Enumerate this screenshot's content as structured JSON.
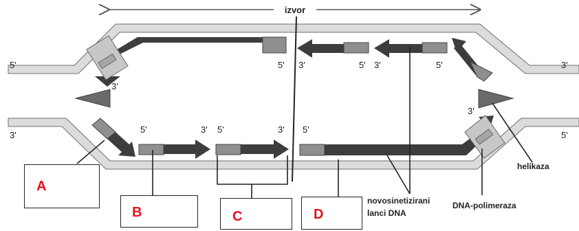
{
  "origin_label": "izvor",
  "colors": {
    "template_fill": "#dcdcdc",
    "template_stroke": "#6e6e6e",
    "new_strand": "#3d3d3d",
    "primer": "#8f8f8f",
    "helicase": "#6a6a6a",
    "answer_letters": "#e0141e"
  },
  "end_labels": {
    "top_left": "5'",
    "top_right": "3'",
    "bottom_left": "3'",
    "bottom_right": "5'",
    "top_fragment_1_right": "5'",
    "top_fragment_2_left": "3'",
    "top_fragment_2_right": "5'",
    "top_fragment_3_left": "3'",
    "top_fragment_3_right": "5'",
    "left_polymerase_3": "3'",
    "bottom_fragment_1_left": "5'",
    "bottom_fragment_1_right": "3'",
    "bottom_fragment_2_left": "5'",
    "bottom_fragment_2_right": "3'",
    "bottom_leading_left": "5'",
    "right_polymerase_3": "3'"
  },
  "annotations": {
    "helicase": "helikaza",
    "new_strands_line1": "novosinetizirani",
    "new_strands_line2": "lanci DNA",
    "polymerase": "DNA-polimeraza"
  },
  "answer_boxes": {
    "a": "A",
    "b": "B",
    "c": "C",
    "d": "D"
  }
}
